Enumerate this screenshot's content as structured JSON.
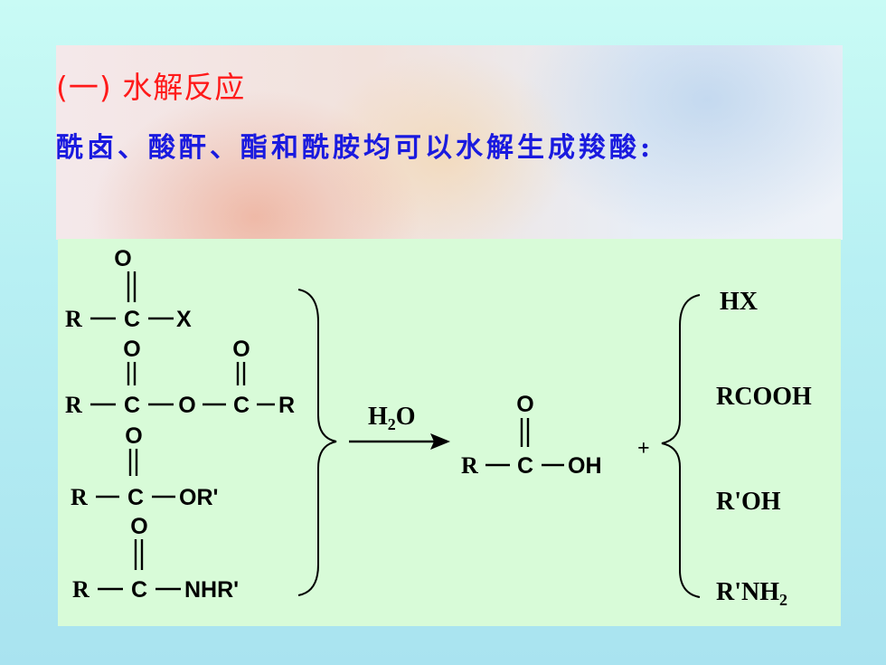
{
  "slide": {
    "title": "(一) 水解反应",
    "subtitle": "酰卤、酸酐、酯和酰胺均可以水解生成羧酸:"
  },
  "reaction": {
    "atoms": {
      "O": "O",
      "C": "C",
      "R": "R",
      "X": "X",
      "OR_prime": "OR'",
      "NHR_prime": "NHR'",
      "OH": "OH"
    },
    "reagent_H": "H",
    "reagent_sub": "2",
    "reagent_O": "O",
    "plus": "+",
    "products": {
      "HX": "HX",
      "RCOOH": "RCOOH",
      "R_prime_OH": "R'OH",
      "R_prime_NH_prefix": "R'NH",
      "R_prime_NH_sub": "2"
    }
  },
  "colors": {
    "title": "#ff1a1a",
    "subtitle": "#1a1adf",
    "panel": "#d8fbd8"
  }
}
